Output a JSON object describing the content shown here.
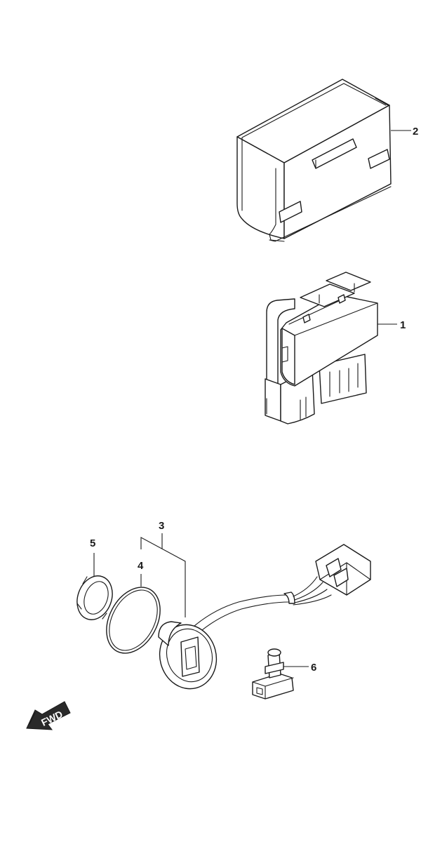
{
  "callouts": {
    "p1": "1",
    "p2": "2",
    "p3": "3",
    "p4": "4",
    "p5": "5",
    "p6": "6"
  },
  "fwd": {
    "label": "FWD"
  }
}
